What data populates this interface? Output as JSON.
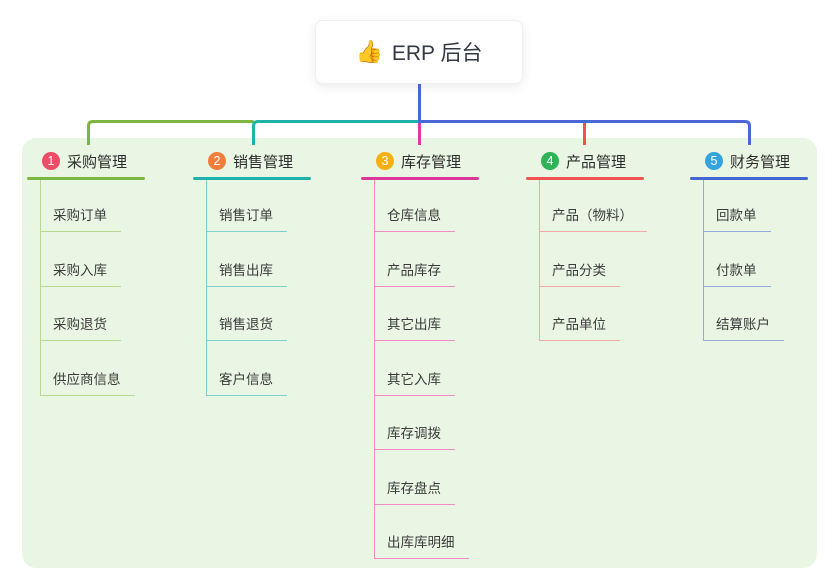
{
  "root": {
    "icon": "👍",
    "label": "ERP 后台"
  },
  "colors": {
    "page_bg": "#ffffff",
    "panel_bg": "#e9f6e3",
    "trunk_green": "#7cb540",
    "trunk_teal": "#1eb2a9",
    "trunk_blue": "#4a67d6",
    "drop_magenta": "#e03a9e",
    "drop_red": "#f0504e",
    "root_text": "#333844"
  },
  "branches": [
    {
      "badge": "1",
      "label": "采购管理",
      "badge_color": "#ed4b66",
      "line_color": "#7cb540",
      "light_color": "#b5d98d",
      "items": [
        "采购订单",
        "采购入库",
        "采购退货",
        "供应商信息"
      ]
    },
    {
      "badge": "2",
      "label": "销售管理",
      "badge_color": "#f27e3d",
      "line_color": "#1eb2a9",
      "light_color": "#7fd0c9",
      "items": [
        "销售订单",
        "销售出库",
        "销售退货",
        "客户信息"
      ]
    },
    {
      "badge": "3",
      "label": "库存管理",
      "badge_color": "#f7b014",
      "line_color": "#dc3898",
      "light_color": "#f18cc5",
      "items": [
        "仓库信息",
        "产品库存",
        "其它出库",
        "其它入库",
        "库存调拨",
        "库存盘点",
        "出库库明细"
      ]
    },
    {
      "badge": "4",
      "label": "产品管理",
      "badge_color": "#2eb356",
      "line_color": "#f05452",
      "light_color": "#f4a9a5",
      "items": [
        "产品（物料）",
        "产品分类",
        "产品单位"
      ]
    },
    {
      "badge": "5",
      "label": "财务管理",
      "badge_color": "#35a4dd",
      "line_color": "#4366d2",
      "light_color": "#93a9e0",
      "items": [
        "回款单",
        "付款单",
        "结算账户"
      ]
    }
  ]
}
